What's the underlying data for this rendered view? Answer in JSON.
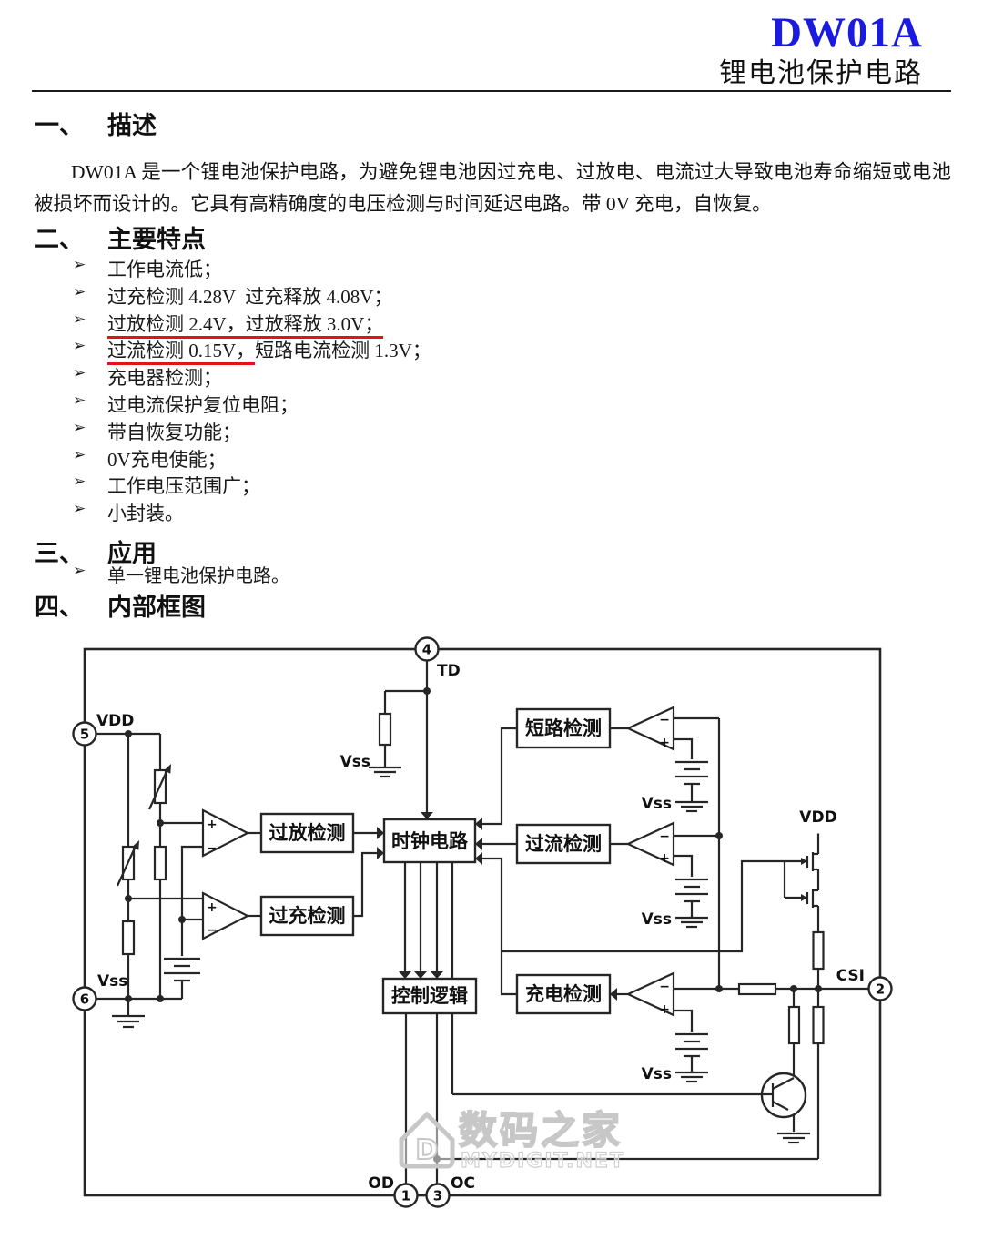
{
  "header": {
    "title": "DW01A",
    "subtitle": "锂电池保护电路"
  },
  "bullet": "➢",
  "sec1": {
    "num": "一、",
    "title": "描述",
    "body": "DW01A 是一个锂电池保护电路，为避免锂电池因过充电、过放电、电流过大导致电池寿命缩短或电池被损坏而设计的。它具有高精确度的电压检测与时间延迟电路。带 0V 充电，自恢复。"
  },
  "sec2": {
    "num": "二、",
    "title": "主要特点",
    "features": [
      {
        "marked": "",
        "rest": "工作电流低；"
      },
      {
        "marked": "",
        "rest": "过充检测 4.28V  过充释放 4.08V；"
      },
      {
        "marked": "过放检测 2.4V，过放释放 3.0V；",
        "rest": ""
      },
      {
        "marked": "过流检测 0.15V，",
        "rest": "短路电流检测 1.3V；"
      },
      {
        "marked": "",
        "rest": "充电器检测；"
      },
      {
        "marked": "",
        "rest": "过电流保护复位电阻；"
      },
      {
        "marked": "",
        "rest": "带自恢复功能；"
      },
      {
        "marked": "",
        "rest": "0V充电使能；"
      },
      {
        "marked": "",
        "rest": "工作电压范围广；"
      },
      {
        "marked": "",
        "rest": "小封装。"
      }
    ]
  },
  "sec3": {
    "num": "三、",
    "title": "应用",
    "items": [
      "单一锂电池保护电路。"
    ]
  },
  "sec4": {
    "num": "四、",
    "title": "内部框图"
  },
  "diagram": {
    "blocks": {
      "clock": "时钟电路",
      "logic": "控制逻辑",
      "overdischarge": "过放检测",
      "overcharge": "过充检测",
      "short_circuit": "短路检测",
      "overcurrent": "过流检测",
      "charge": "充电检测"
    },
    "pins": {
      "p1": {
        "num": "1",
        "label": "OD"
      },
      "p2": {
        "num": "2",
        "label": "CSI"
      },
      "p3": {
        "num": "3",
        "label": "OC"
      },
      "p4": {
        "num": "4",
        "label": "TD"
      },
      "p5": {
        "num": "5",
        "label": "VDD"
      },
      "p6": {
        "num": "6",
        "label": "Vss"
      }
    },
    "labels": {
      "vss": "Vss",
      "vdd": "VDD",
      "plus": "+",
      "minus": "−"
    },
    "watermark": {
      "logo_letter": "D",
      "text": "数码之家",
      "subtext": "MYDIGIT.NET"
    }
  },
  "colors": {
    "accent_blue": "#1a1ae0",
    "underline_red": "#e01414"
  }
}
